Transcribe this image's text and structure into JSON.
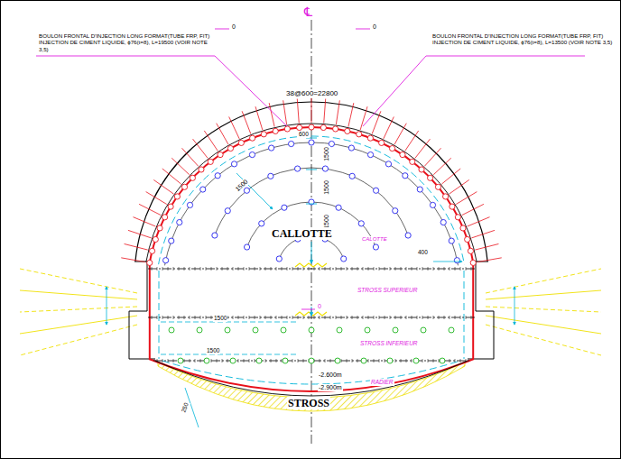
{
  "diagram": {
    "labels": [
      "BOULON FRONTAL D'INJECTION LONG FORMAT(TUBE FRP, FIT) INJECTION DE CIMENT LIQUIDE, ϕ76(t=8), L=19500 (VOIR NOTE 3,5)",
      "0",
      "℄",
      "0",
      "BOULON FRONTAL D'INJECTION LONG FORMAT(TUBE FRP, FIT) INJECTION DE CIMENT LIQUIDE, ϕ76(t=8), L=13500 (VOIR NOTE 3,5)",
      "38@600=22800",
      "600",
      "1500",
      "1500",
      "1500",
      "1500",
      "CALLOTTE",
      "CALOTTE",
      "400",
      "STROSS SUPERIEUR",
      "1500",
      "0",
      "STROSS INFERIEUR",
      "1500",
      "RADIER",
      "-2.600m",
      "-2.900m",
      "STROSS",
      "250"
    ]
  }
}
